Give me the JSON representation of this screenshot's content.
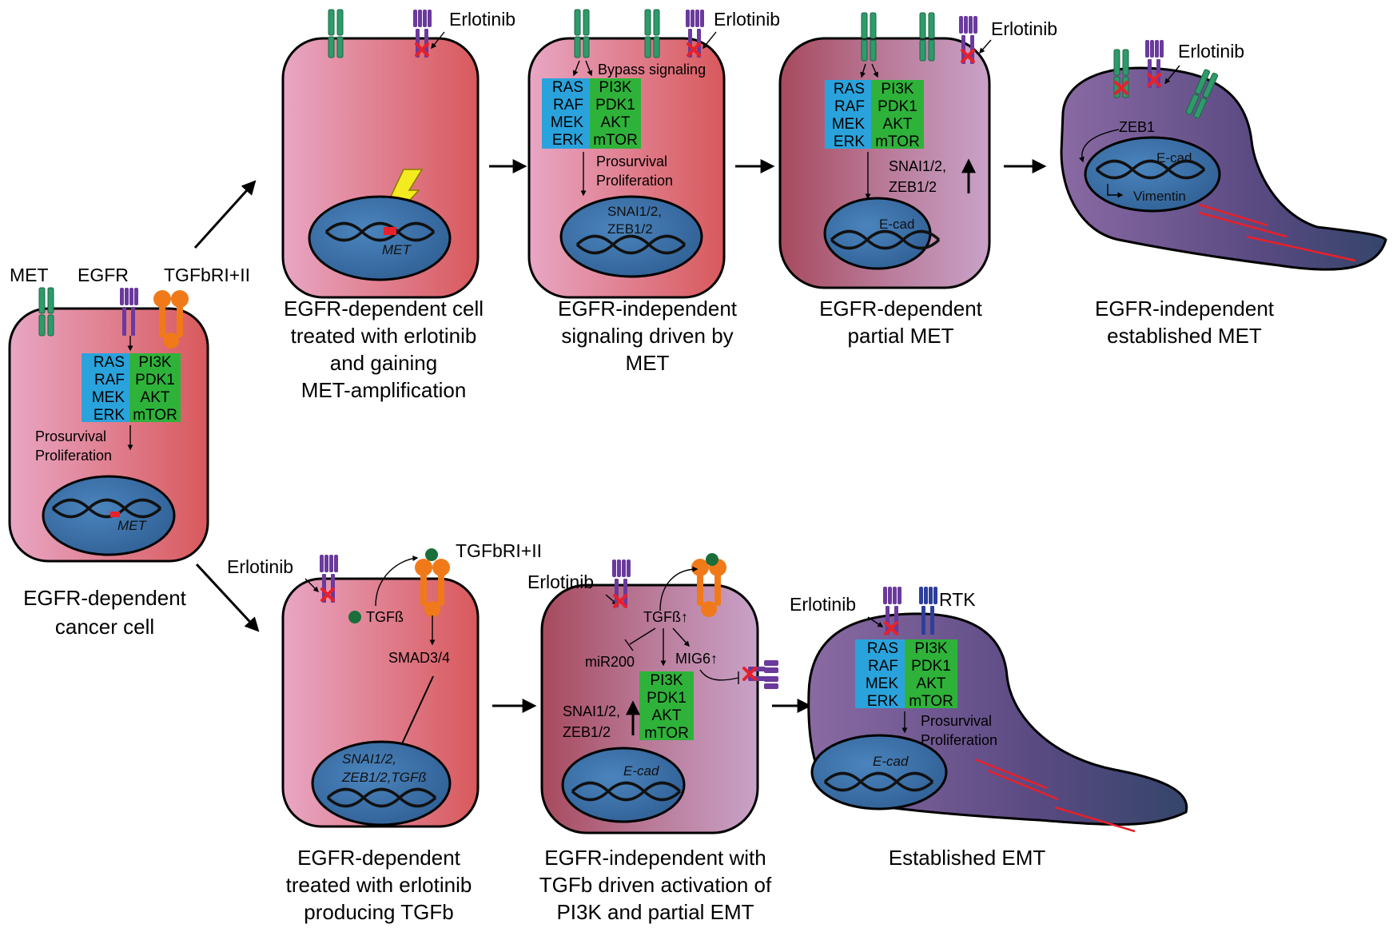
{
  "labels": {
    "met": "MET",
    "egfr": "EGFR",
    "tgfbr": "TGFbRI+II",
    "erlotinib": "Erlotinib",
    "rtk": "RTK",
    "bypass": "Bypass signaling",
    "prosurvival": "Prosurvival",
    "proliferation": "Proliferation",
    "snai_zeb": "SNAI1/2,",
    "zeb12": "ZEB1/2",
    "zeb1": "ZEB1",
    "ecad": "E-cad",
    "vimentin": "Vimentin",
    "met_gene": "MET",
    "tgfb": "TGFß",
    "tgfb_up": "TGFß↑",
    "smad": "SMAD3/4",
    "mir200": "miR200",
    "mig6": "MIG6↑",
    "nuc_tgfb": "ZEB1/2,TGFß",
    "nuc_snai": "SNAI1/2,",
    "ras_stack": [
      "RAS",
      "RAF",
      "MEK",
      "ERK"
    ],
    "pi3k_stack": [
      "PI3K",
      "PDK1",
      "AKT",
      "mTOR"
    ]
  },
  "captions": {
    "origin": [
      "EGFR-dependent",
      "cancer cell"
    ],
    "top1": [
      "EGFR-dependent cell",
      "treated with erlotinib",
      "and gaining",
      "MET-amplification"
    ],
    "top2": [
      "EGFR-independent",
      "signaling driven by",
      "MET"
    ],
    "top3": [
      "EGFR-dependent",
      "partial MET"
    ],
    "top4": [
      "EGFR-independent",
      "established MET"
    ],
    "bot1": [
      "EGFR-dependent",
      "treated with erlotinib",
      "producing TGFb"
    ],
    "bot2": [
      "EGFR-independent with",
      "TGFb driven activation of",
      "PI3K and partial EMT"
    ],
    "bot3": [
      "Established EMT"
    ]
  },
  "colors": {
    "met_receptor": "#2e9b6a",
    "egfr_receptor": "#6a3a9c",
    "tgfb_receptor": "#f07a1a",
    "rtk_receptor": "#2d3f9a",
    "ras_box": "#2aa3dc",
    "pi3k_box": "#2fb23a",
    "nucleus": "#3a6fa5",
    "inhibit_x": "#e8202a"
  }
}
